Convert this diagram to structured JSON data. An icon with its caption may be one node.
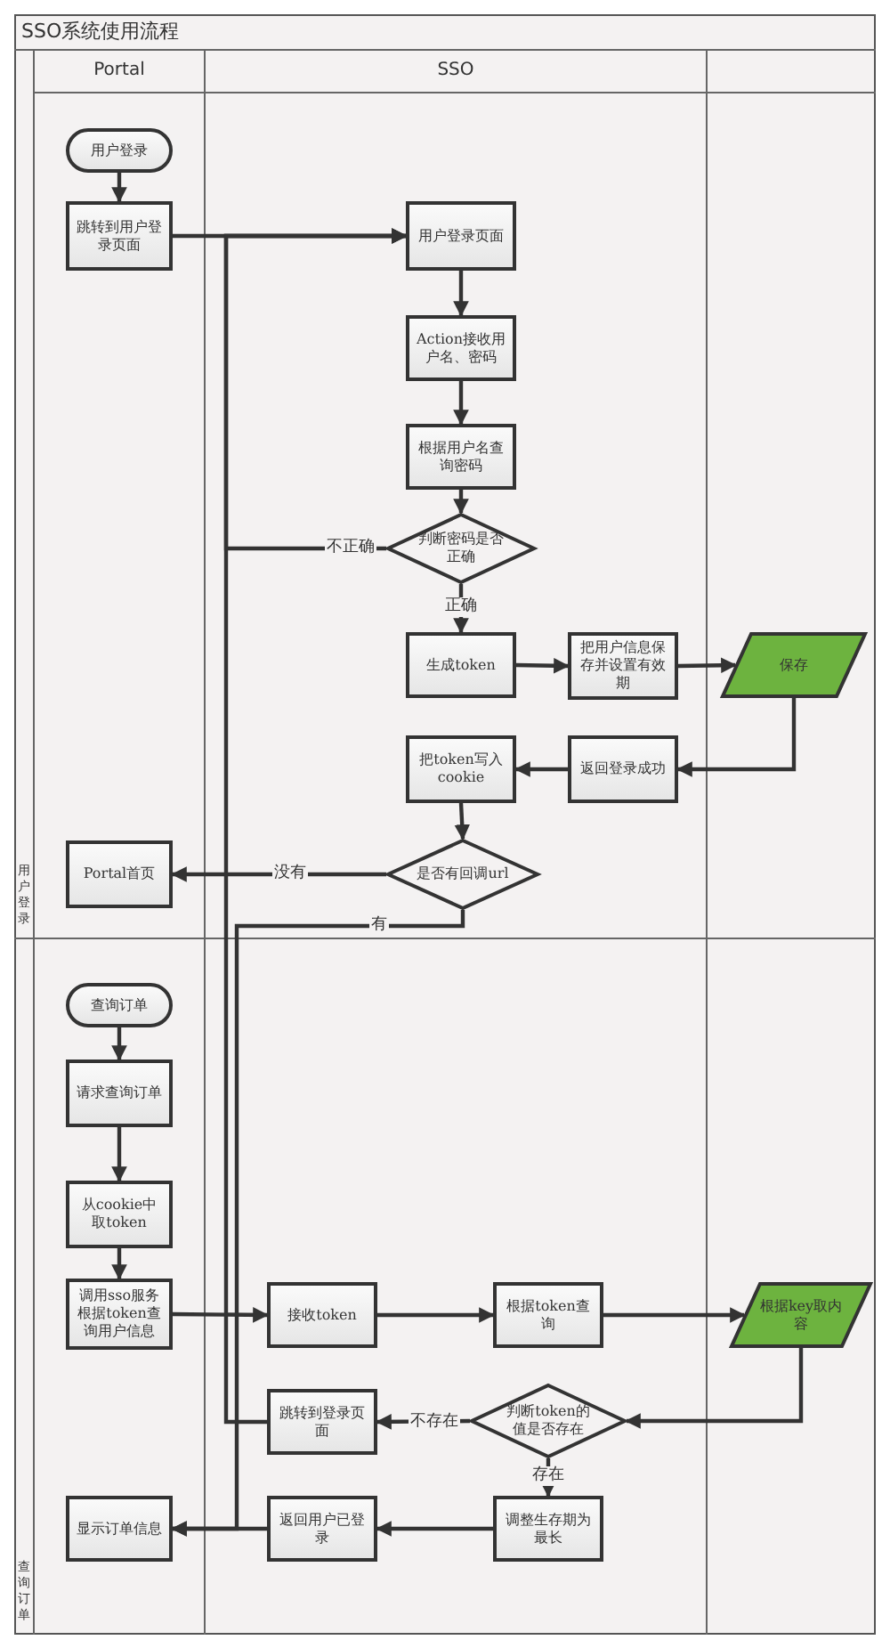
{
  "diagram": {
    "title": "SSO系统使用流程",
    "nodes": [
      {
        "text": [
          "用户登录"
        ]
      },
      {
        "text": [
          "跳转到用户登录页面"
        ]
      },
      {
        "text": [
          "用户登录页面"
        ]
      },
      {
        "text": [
          "Action接收用户名、密码"
        ]
      },
      {
        "text": [
          "根据用户名查询密码"
        ]
      },
      {
        "text": [
          "判断密码是否正确"
        ]
      },
      {
        "text": [
          "生成token"
        ]
      },
      {
        "text": [
          "把用户信息保存并设置有效期"
        ]
      },
      {
        "text": [
          "保存"
        ]
      },
      {
        "text": [
          "返回登录成功"
        ]
      },
      {
        "text": [
          "把token写入cookie"
        ]
      },
      {
        "text": [
          "是否有回调url"
        ]
      },
      {
        "text": [
          "Portal首页"
        ]
      },
      {
        "text": [
          "查询订单"
        ]
      },
      {
        "text": [
          "请求查询订单"
        ]
      },
      {
        "text": [
          "从cookie中取token"
        ]
      },
      {
        "text": [
          "调用sso服务根据token查询用户信息"
        ]
      },
      {
        "text": [
          "接收token"
        ]
      },
      {
        "text": [
          "根据token查询"
        ]
      },
      {
        "text": [
          "根据key取内容"
        ]
      },
      {
        "text": [
          "判断token的值是否存在"
        ]
      },
      {
        "text": [
          "跳转到登录页面"
        ]
      },
      {
        "text": [
          "调整生存期为最长"
        ]
      },
      {
        "text": [
          "返回用户已登录"
        ]
      },
      {
        "text": [
          "显示订单信息"
        ]
      }
    ],
    "edges": [
      {
        "from": 0,
        "to": 1,
        "arrow": "to"
      },
      {
        "from": 1,
        "to": 2,
        "arrow": "to"
      },
      {
        "from": 2,
        "to": 3,
        "arrow": "to"
      },
      {
        "from": 3,
        "to": 4,
        "arrow": "to"
      },
      {
        "from": 4,
        "to": 5,
        "arrow": "to"
      },
      {
        "from": 5,
        "to": 6,
        "arrow": "to",
        "label": "正确"
      },
      {
        "from": 5,
        "to": 2,
        "arrow": "to",
        "label": "不正确"
      },
      {
        "from": 6,
        "to": 7,
        "arrow": "to"
      },
      {
        "from": 7,
        "to": 8,
        "arrow": "to"
      },
      {
        "from": 8,
        "to": 9,
        "arrow": "to"
      },
      {
        "from": 9,
        "to": 10,
        "arrow": "to"
      },
      {
        "from": 10,
        "to": 11,
        "arrow": "to"
      },
      {
        "from": 11,
        "to": 12,
        "arrow": "to",
        "label": "没有"
      },
      {
        "from": 11,
        "to": 24,
        "arrow": "to",
        "label": "有"
      },
      {
        "from": 13,
        "to": 14,
        "arrow": "to"
      },
      {
        "from": 14,
        "to": 15,
        "arrow": "to"
      },
      {
        "from": 15,
        "to": 16,
        "arrow": "to"
      },
      {
        "from": 16,
        "to": 17,
        "arrow": "to"
      },
      {
        "from": 17,
        "to": 18,
        "arrow": "to"
      },
      {
        "from": 18,
        "to": 19,
        "arrow": "to"
      },
      {
        "from": 19,
        "to": 20,
        "arrow": "to"
      },
      {
        "from": 20,
        "to": 21,
        "arrow": "to",
        "label": "不存在"
      },
      {
        "from": 20,
        "to": 22,
        "arrow": "to",
        "label": "存在"
      },
      {
        "from": 22,
        "to": 23,
        "arrow": "to"
      },
      {
        "from": 23,
        "to": 24,
        "arrow": "to"
      },
      {
        "from": 21,
        "to": 2,
        "arrow": "to"
      }
    ],
    "labels": [
      "Portal",
      "SSO",
      "用户登录",
      "查询订单"
    ]
  }
}
